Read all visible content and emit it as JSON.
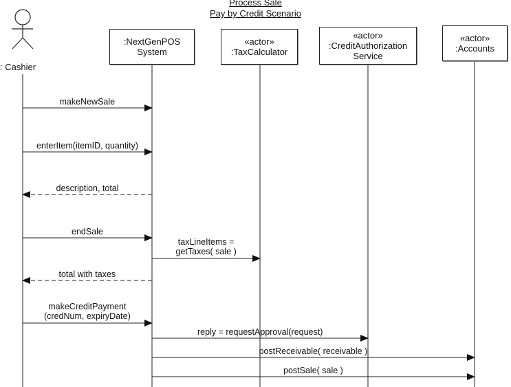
{
  "title": {
    "line1": "Process Sale",
    "line2": "Pay by Credit Scenario"
  },
  "participants": [
    {
      "id": "cashier",
      "kind": "stick-figure",
      "label": ": Cashier"
    },
    {
      "id": "pos",
      "kind": "box",
      "stereotype": "",
      "lines": [
        ":NextGenPOS",
        "System"
      ]
    },
    {
      "id": "tax",
      "kind": "box",
      "stereotype": "«actor»",
      "lines": [
        ":TaxCalculator"
      ]
    },
    {
      "id": "credit",
      "kind": "box",
      "stereotype": "«actor»",
      "lines": [
        ":CreditAuthorization",
        "Service"
      ]
    },
    {
      "id": "accounts",
      "kind": "box",
      "stereotype": "«actor»",
      "lines": [
        ":Accounts"
      ]
    }
  ],
  "messages": [
    {
      "from": "cashier",
      "to": "pos",
      "type": "sync",
      "lines": [
        "makeNewSale"
      ]
    },
    {
      "from": "cashier",
      "to": "pos",
      "type": "sync",
      "lines": [
        "enterItem(itemID, quantity)"
      ]
    },
    {
      "from": "pos",
      "to": "cashier",
      "type": "return",
      "lines": [
        "description, total"
      ]
    },
    {
      "from": "cashier",
      "to": "pos",
      "type": "sync",
      "lines": [
        "endSale"
      ]
    },
    {
      "from": "pos",
      "to": "tax",
      "type": "sync",
      "lines": [
        "taxLineItems =",
        "getTaxes( sale )"
      ]
    },
    {
      "from": "pos",
      "to": "cashier",
      "type": "return",
      "lines": [
        "total with taxes"
      ]
    },
    {
      "from": "cashier",
      "to": "pos",
      "type": "sync",
      "lines": [
        "makeCreditPayment",
        "(credNum, expiryDate)"
      ]
    },
    {
      "from": "pos",
      "to": "credit",
      "type": "sync",
      "lines": [
        "reply = requestApproval(request)"
      ]
    },
    {
      "from": "pos",
      "to": "accounts",
      "type": "sync",
      "lines": [
        "postReceivable( receivable )"
      ]
    },
    {
      "from": "pos",
      "to": "accounts",
      "type": "sync",
      "lines": [
        "postSale( sale )"
      ]
    }
  ]
}
